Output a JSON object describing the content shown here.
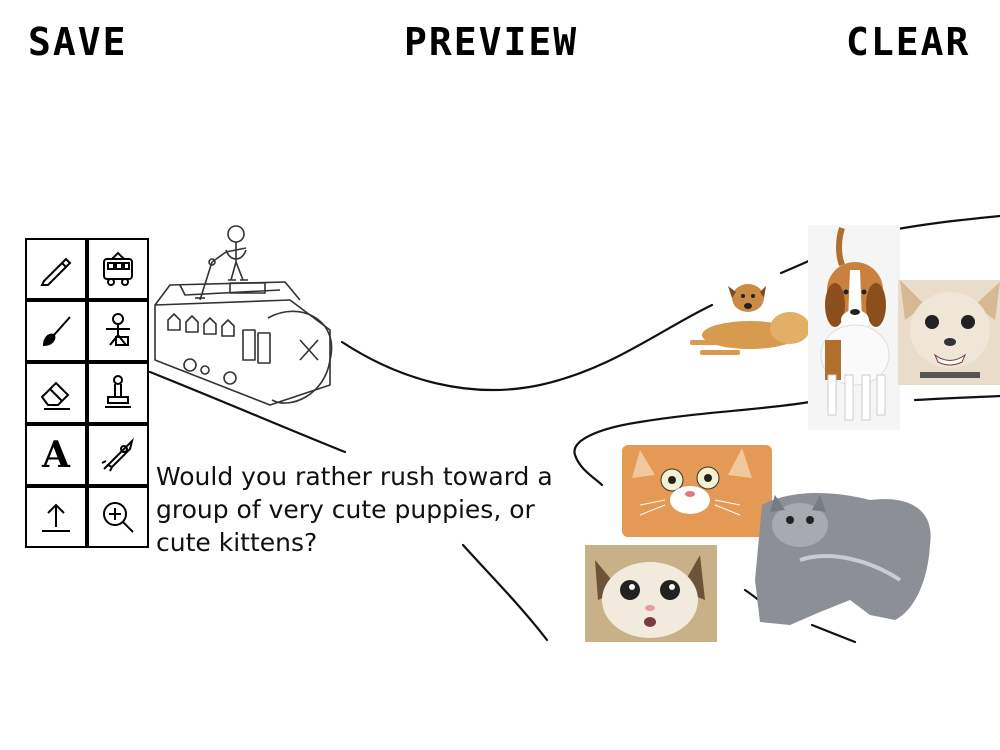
{
  "header": {
    "save_label": "SAVE",
    "preview_label": "PREVIEW",
    "clear_label": "CLEAR"
  },
  "toolbar": {
    "tools": [
      {
        "name": "pencil-icon"
      },
      {
        "name": "trolley-icon"
      },
      {
        "name": "brush-icon"
      },
      {
        "name": "person-icon"
      },
      {
        "name": "eraser-icon"
      },
      {
        "name": "stamp-icon"
      },
      {
        "name": "text-icon",
        "glyph": "A"
      },
      {
        "name": "rocket-icon"
      },
      {
        "name": "upload-icon"
      },
      {
        "name": "zoom-icon"
      }
    ]
  },
  "canvas": {
    "question": "Would you rather rush toward a group of very cute puppies, or cute kittens?"
  }
}
